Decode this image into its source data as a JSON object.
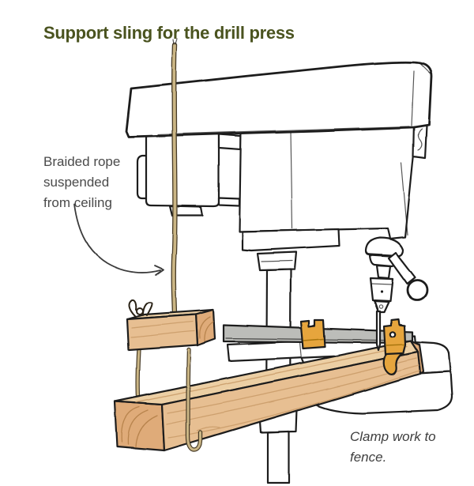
{
  "title": "Support sling for the drill press",
  "annotations": {
    "rope_label": "Braided rope suspended from ceiling",
    "clamp_label": "Clamp work to fence."
  },
  "colors": {
    "paper": "#ffffff",
    "title": "#4a531f",
    "annotation": "#4a4a4a",
    "annotation2": "#3e3e3e",
    "arrow": "#3a3a3a",
    "outline": "#1f1f1f",
    "wood_light": "#eccfa4",
    "wood_mid": "#e7bf92",
    "wood_end": "#dfab79",
    "grain": "#c89a67",
    "grain_dark": "#b48049",
    "rope_fill": "#cbb685",
    "rope_edge": "#463a26",
    "metal_bar": "#bcbdb9",
    "clamp_orange": "#e6a53d",
    "clamp_shadow": "#a8740f"
  }
}
